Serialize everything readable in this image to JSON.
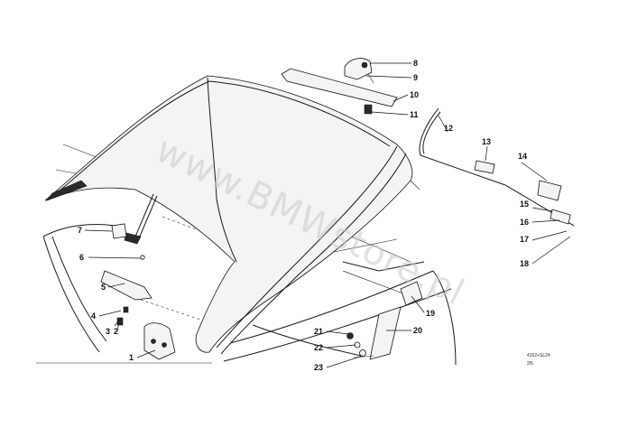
{
  "diagram": {
    "watermark": "www.BMWstore.pl",
    "reference_code": "4152+SL24",
    "sheet": "2/5",
    "callouts": [
      "1",
      "2",
      "3",
      "4",
      "5",
      "6",
      "7",
      "8",
      "9",
      "10",
      "11",
      "12",
      "13",
      "14",
      "15",
      "16",
      "17",
      "18",
      "19",
      "20",
      "21",
      "22",
      "23"
    ]
  }
}
